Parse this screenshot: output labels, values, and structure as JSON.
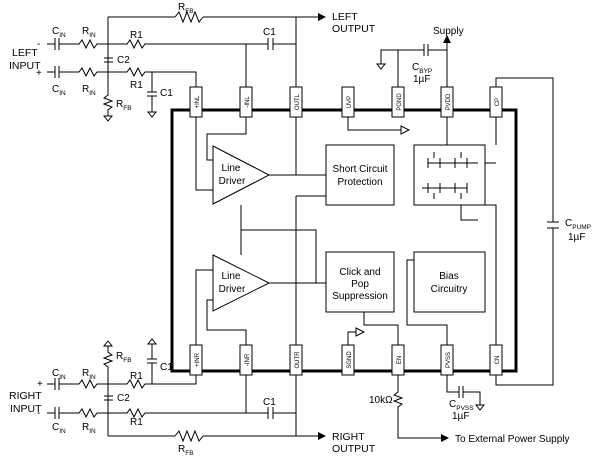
{
  "outputs": {
    "left_output": [
      "LEFT",
      "OUTPUT"
    ],
    "right_output": [
      "RIGHT",
      "OUTPUT"
    ],
    "supply": "Supply",
    "external_supply": "To External Power Supply"
  },
  "inputs": {
    "left_input": [
      "LEFT",
      "INPUT"
    ],
    "right_input": [
      "RIGHT",
      "INPUT"
    ],
    "minus": "-",
    "plus": "+"
  },
  "components": {
    "rfb": "R",
    "rfb_sub": "FB",
    "cin": "C",
    "cin_sub": "IN",
    "rin": "R",
    "rin_sub": "IN",
    "r1": "R1",
    "c1": "C1",
    "c2": "C2",
    "cbyp": "C",
    "cbyp_sub": "BYP",
    "cbyp_val": "1µF",
    "cpump": "C",
    "cpump_sub": "PUMP",
    "cpump_val": "1µF",
    "cpvss": "C",
    "cpvss_sub": "PVSS",
    "cpvss_val": "1µF",
    "r10k": "10kΩ"
  },
  "blocks": {
    "line_driver_top": [
      "Line",
      "Driver"
    ],
    "line_driver_bottom": [
      "Line",
      "Driver"
    ],
    "short_circuit": [
      "Short Circuit",
      "Protection"
    ],
    "click_pop": [
      "Click and",
      "Pop",
      "Suppression"
    ],
    "bias": [
      "Bias",
      "Circuitry"
    ]
  },
  "pins_top": [
    "+INL",
    "-INL",
    "OUTL",
    "UVP",
    "PGND",
    "PVDD",
    "CP"
  ],
  "pins_bottom": [
    "+INR",
    "-INR",
    "OUTR",
    "SGND",
    "EN",
    "PVSS",
    "CN"
  ]
}
